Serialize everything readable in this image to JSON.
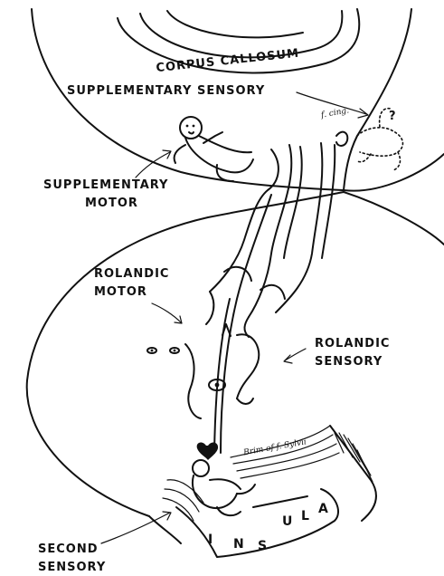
{
  "labels": {
    "corpus_callosum": "CORPUS CALLOSUM",
    "supplementary_sensory": "SUPPLEMENTARY SENSORY",
    "f_cing": "f. cing.",
    "question_mark": "?",
    "supplementary_motor_line1": "SUPPLEMENTARY",
    "supplementary_motor_line2": "MOTOR",
    "rolandic_motor_line1": "ROLANDIC",
    "rolandic_motor_line2": "MOTOR",
    "rolandic_sensory_line1": "ROLANDIC",
    "rolandic_sensory_line2": "SENSORY",
    "brim_f_sylvii": "Brim of f. Sylvii",
    "second_sensory_line1": "SECOND",
    "second_sensory_line2": "SENSORY",
    "insula_1": "I",
    "insula_2": "N",
    "insula_3": "S",
    "insula_4": "U",
    "insula_5": "L",
    "insula_6": "A"
  }
}
